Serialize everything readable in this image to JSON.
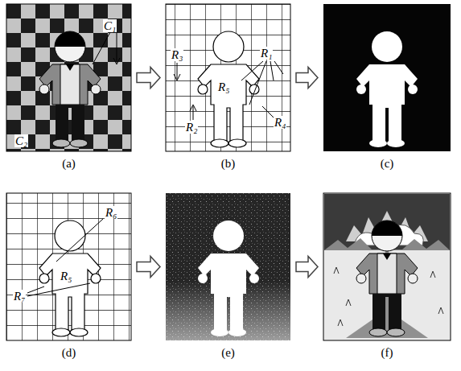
{
  "diagram": {
    "nodes": [
      {
        "text": [
          "(a)"
        ]
      },
      {
        "text": [
          "(b)"
        ]
      },
      {
        "text": [
          "(c)"
        ]
      },
      {
        "text": [
          "(d)"
        ]
      },
      {
        "text": [
          "(e)"
        ]
      },
      {
        "text": [
          "(f)"
        ]
      }
    ],
    "edges": [
      {
        "from": 0,
        "to": 1,
        "arrow": "to"
      },
      {
        "from": 1,
        "to": 2,
        "arrow": "to"
      },
      {
        "from": 3,
        "to": 4,
        "arrow": "to"
      },
      {
        "from": 4,
        "to": 5,
        "arrow": "to"
      }
    ],
    "labels": [
      "C₁",
      "C₂",
      "R₃",
      "R₁",
      "R₅",
      "R₂",
      "R₄",
      "R₆",
      "R₅",
      "R₇"
    ]
  }
}
